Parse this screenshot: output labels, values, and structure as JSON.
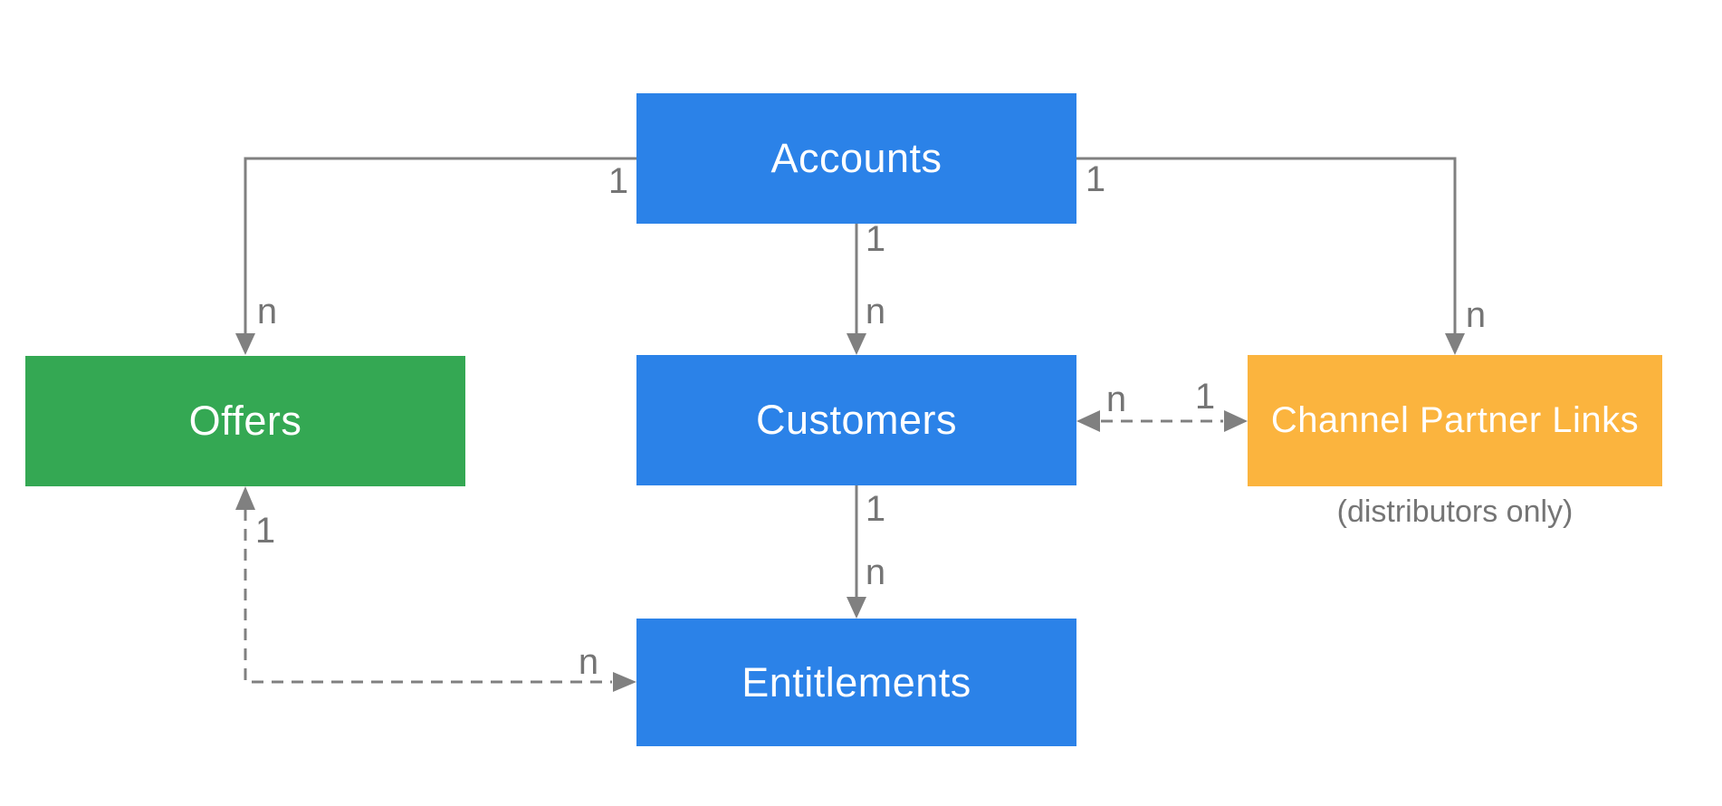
{
  "diagram": {
    "type": "entity-relationship",
    "background": "#ffffff",
    "palette": {
      "blue": "#2B82E8",
      "green": "#34A853",
      "orange": "#FBB43E",
      "connector_gray": "#808080",
      "label_gray": "#757575",
      "node_text": "#ffffff"
    },
    "nodes": [
      {
        "id": "accounts",
        "label": "Accounts",
        "fill": "#2B82E8"
      },
      {
        "id": "offers",
        "label": "Offers",
        "fill": "#34A853"
      },
      {
        "id": "customers",
        "label": "Customers",
        "fill": "#2B82E8"
      },
      {
        "id": "channel_partner_links",
        "label": "Channel Partner Links",
        "fill": "#FBB43E",
        "caption": "(distributors only)"
      },
      {
        "id": "entitlements",
        "label": "Entitlements",
        "fill": "#2B82E8"
      }
    ],
    "edges": [
      {
        "from": "accounts",
        "to": "offers",
        "from_card": "1",
        "to_card": "n",
        "line": "solid",
        "arrows": "to"
      },
      {
        "from": "accounts",
        "to": "customers",
        "from_card": "1",
        "to_card": "n",
        "line": "solid",
        "arrows": "to"
      },
      {
        "from": "accounts",
        "to": "channel_partner_links",
        "from_card": "1",
        "to_card": "n",
        "line": "solid",
        "arrows": "to"
      },
      {
        "from": "customers",
        "to": "entitlements",
        "from_card": "1",
        "to_card": "n",
        "line": "solid",
        "arrows": "to"
      },
      {
        "from": "customers",
        "to": "channel_partner_links",
        "from_card": "n",
        "to_card": "1",
        "line": "dashed",
        "arrows": "both"
      },
      {
        "from": "offers",
        "to": "entitlements",
        "from_card": "1",
        "to_card": "n",
        "line": "dashed",
        "arrows": "both"
      }
    ]
  }
}
